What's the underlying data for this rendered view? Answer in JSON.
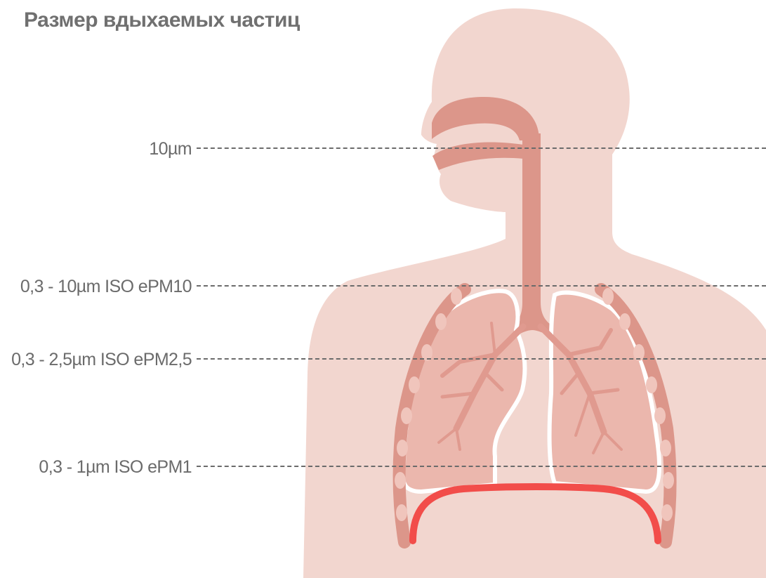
{
  "title": "Размер вдыхаемых частиц",
  "levels": [
    {
      "label": "10µm"
    },
    {
      "label": "0,3 - 10µm ISO ePM10"
    },
    {
      "label": "0,3 - 2,5µm ISO ePM2,5"
    },
    {
      "label": "0,3 - 1µm ISO ePM1"
    }
  ],
  "colors": {
    "body_fill": "#f2d6cf",
    "airway": "#dc968a",
    "lung_fill": "#ebb7ad",
    "lung_outline": "#ffffff",
    "bronchi": "#e09a8f",
    "rib_node": "#f0c5bc",
    "diaphragm": "#f24d4a",
    "label_text": "#6b6b6b",
    "title_text": "#707070"
  }
}
